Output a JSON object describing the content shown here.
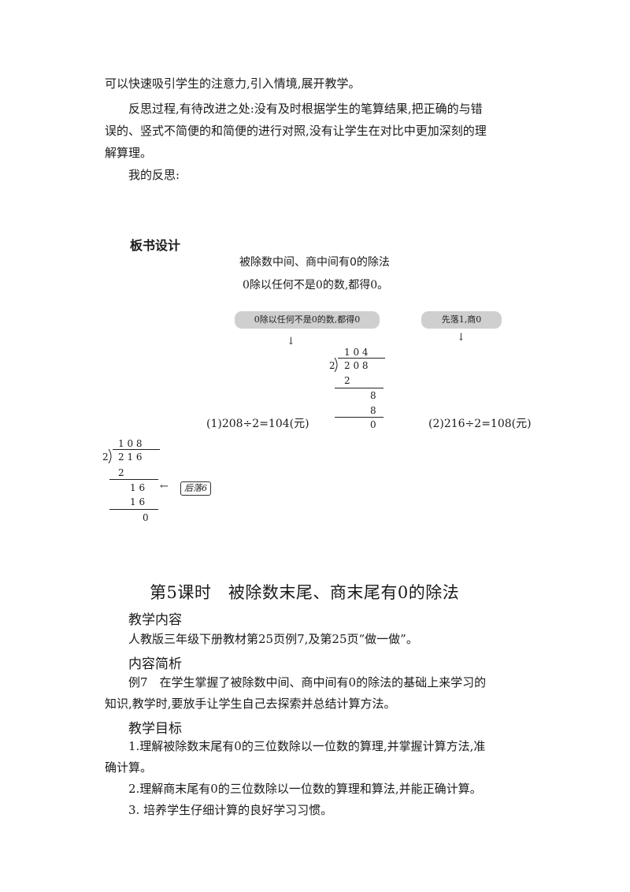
{
  "paragraphs_top": {
    "line1": "可以快速吸引学生的注意力,引入情境,展开教学。",
    "line2": "反思过程,有待改进之处:没有及时根据学生的笔算结果,把正确的与错",
    "line3": "误的、竖式不简便的和简便的进行对照,没有让学生在对比中更加深刻的理",
    "line4": "解算理。",
    "line5": "我的反思:"
  },
  "board": {
    "heading": "板书设计",
    "title": "被除数中间、商中间有0的除法",
    "rule": "0除以任何不是0的数,都得0。",
    "pill_left": "0除以任何不是0的数,都得0",
    "pill_right": "先落1,商0",
    "arrow_glyph": "↓",
    "div1": {
      "quotient": "1 0 4",
      "divisor": "2",
      "dividend": "2 0 8",
      "row1": "2",
      "row2": "8",
      "row3": "8",
      "remainder": "0"
    },
    "eq1": "(1)208÷2=104(元)",
    "eq2": "(2)216÷2=108(元)",
    "div2": {
      "quotient": "1 0 8",
      "divisor": "2",
      "dividend": "2 1 6",
      "row1": "2",
      "row2": "1 6",
      "row3": "1 6",
      "remainder": "0"
    },
    "tag_label": "后落6",
    "tag_arrow": "←"
  },
  "lesson": {
    "title": "第5课时　被除数末尾、商末尾有0的除法",
    "section1": "教学内容",
    "content1": "人教版三年级下册教材第25页例7,及第25页“做一做”。",
    "section2": "内容简析",
    "analysis1": "例7　在学生掌握了被除数中间、商中间有0的除法的基础上来学习的",
    "analysis2": "知识,教学时,要放手让学生自己去探索并总结计算方法。",
    "section3": "教学目标",
    "goal1a": "1.理解被除数末尾有0的三位数除以一位数的算理,并掌握计算方法,准",
    "goal1b": "确计算。",
    "goal2": "2.理解商末尾有0的三位数除以一位数的算理和算法,并能正确计算。",
    "goal3": "3. 培养学生仔细计算的良好学习习惯。"
  }
}
